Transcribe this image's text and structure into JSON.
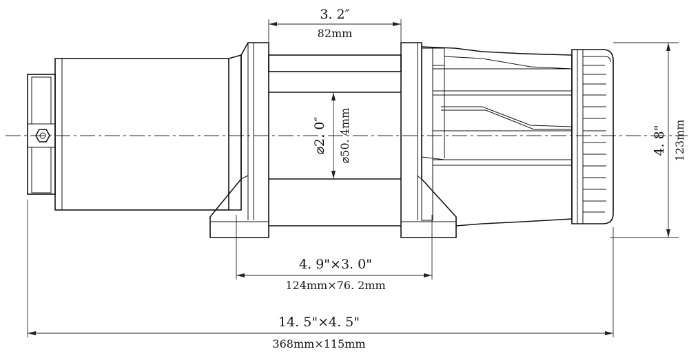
{
  "dimensions": {
    "drum_length_in": "3. 2″",
    "drum_length_mm": "82mm",
    "drum_dia_in": "⌀2. 0″",
    "drum_dia_mm": "⌀50. 4mm",
    "height_in": "4. 8\"",
    "height_mm": "123mm",
    "bolt_pattern_in": "4. 9\"×3. 0\"",
    "bolt_pattern_mm": "124mm×76. 2mm",
    "overall_in": "14. 5\"×4. 5\"",
    "overall_mm": "368mm×115mm"
  }
}
